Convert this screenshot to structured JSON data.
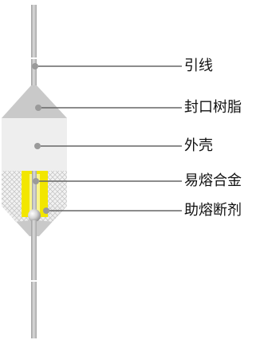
{
  "diagram": {
    "labels": [
      {
        "text": "引线"
      },
      {
        "text": "封口树脂"
      },
      {
        "text": "外壳"
      },
      {
        "text": "易熔合金"
      },
      {
        "text": "助熔断剂"
      }
    ]
  },
  "colors": {
    "lead": "#b9b9b9",
    "lead_highlight": "#dcdcdc",
    "resin": "#c9c9c9",
    "shell": "#eeeeee",
    "hatch_fill": "#f3f3f3",
    "hatch_line": "#c8c8c8",
    "alloy": "#f2e600",
    "leader_dot": "#9a9a9a",
    "leader_line": "#666666"
  }
}
